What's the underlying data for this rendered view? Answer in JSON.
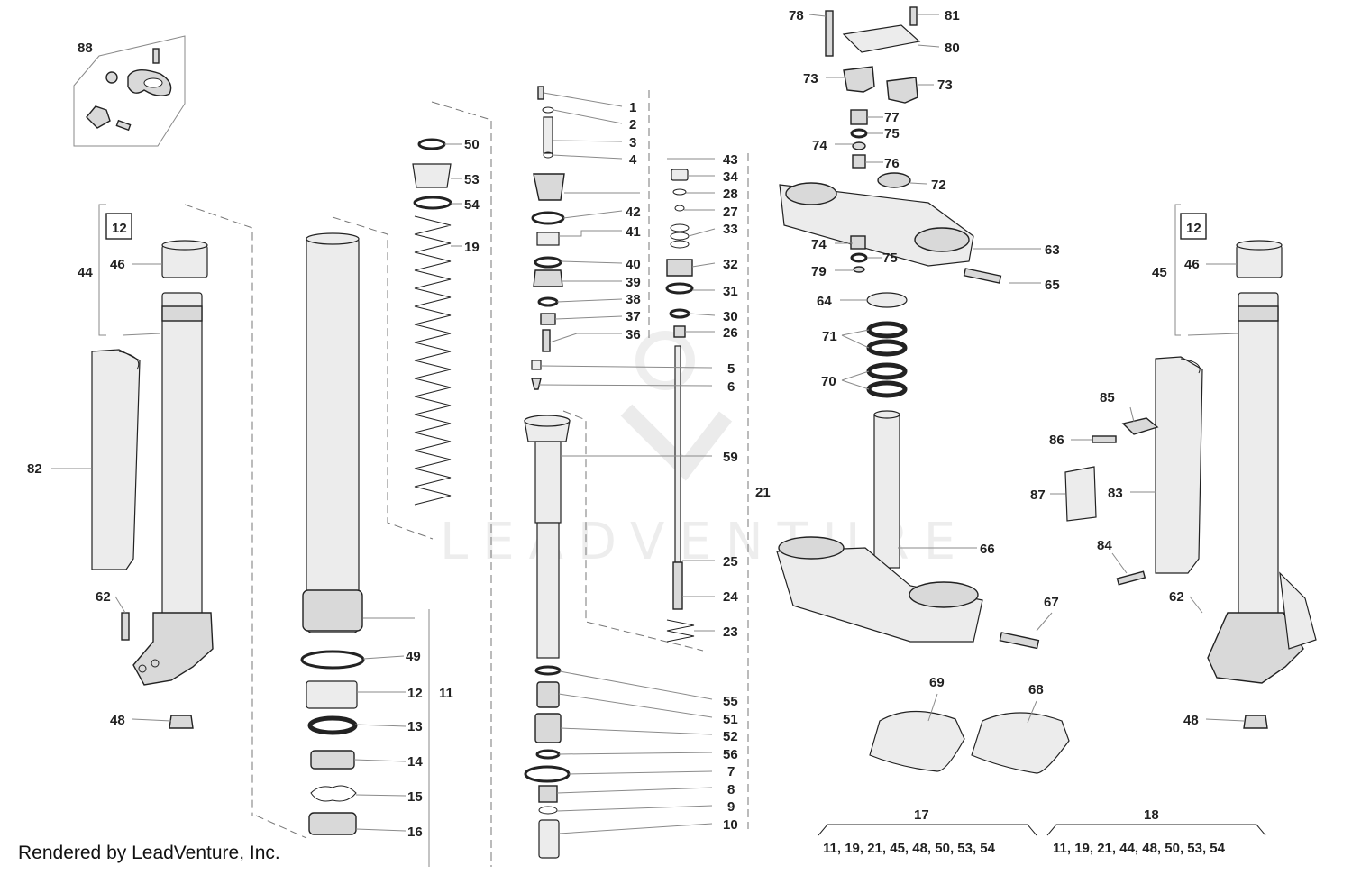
{
  "footer": {
    "credit": "Rendered by LeadVenture, Inc."
  },
  "watermark": "LEADVENTURE",
  "kits": {
    "left": {
      "number": "17",
      "contents": "11, 19, 21, 45, 48, 50, 53, 54"
    },
    "right": {
      "number": "18",
      "contents": "11, 19, 21, 44, 48, 50, 53, 54"
    }
  },
  "boxed_refs": [
    "12",
    "12"
  ],
  "callouts": {
    "p1": "1",
    "p2": "2",
    "p3": "3",
    "p4": "4",
    "p5": "5",
    "p6": "6",
    "p7": "7",
    "p8": "8",
    "p9": "9",
    "p10": "10",
    "p11": "11",
    "p12": "12",
    "p13": "13",
    "p14": "14",
    "p15": "15",
    "p16": "16",
    "p19": "19",
    "p21": "21",
    "p23": "23",
    "p24": "24",
    "p25": "25",
    "p26": "26",
    "p27": "27",
    "p28": "28",
    "p30": "30",
    "p31": "31",
    "p32": "32",
    "p33": "33",
    "p34": "34",
    "p36": "36",
    "p37": "37",
    "p38": "38",
    "p39": "39",
    "p40": "40",
    "p41": "41",
    "p42": "42",
    "p43": "43",
    "p44": "44",
    "p45": "45",
    "p46a": "46",
    "p46b": "46",
    "p48a": "48",
    "p48b": "48",
    "p49": "49",
    "p50": "50",
    "p51": "51",
    "p52": "52",
    "p53": "53",
    "p54": "54",
    "p55": "55",
    "p56": "56",
    "p59": "59",
    "p62a": "62",
    "p62b": "62",
    "p63": "63",
    "p64": "64",
    "p65": "65",
    "p66": "66",
    "p67": "67",
    "p68": "68",
    "p69": "69",
    "p70": "70",
    "p71": "71",
    "p72": "72",
    "p73a": "73",
    "p73b": "73",
    "p74a": "74",
    "p74b": "74",
    "p75a": "75",
    "p75b": "75",
    "p76": "76",
    "p77": "77",
    "p78": "78",
    "p79": "79",
    "p80": "80",
    "p81": "81",
    "p82": "82",
    "p83": "83",
    "p84": "84",
    "p85": "85",
    "p86": "86",
    "p87": "87",
    "p88": "88"
  }
}
